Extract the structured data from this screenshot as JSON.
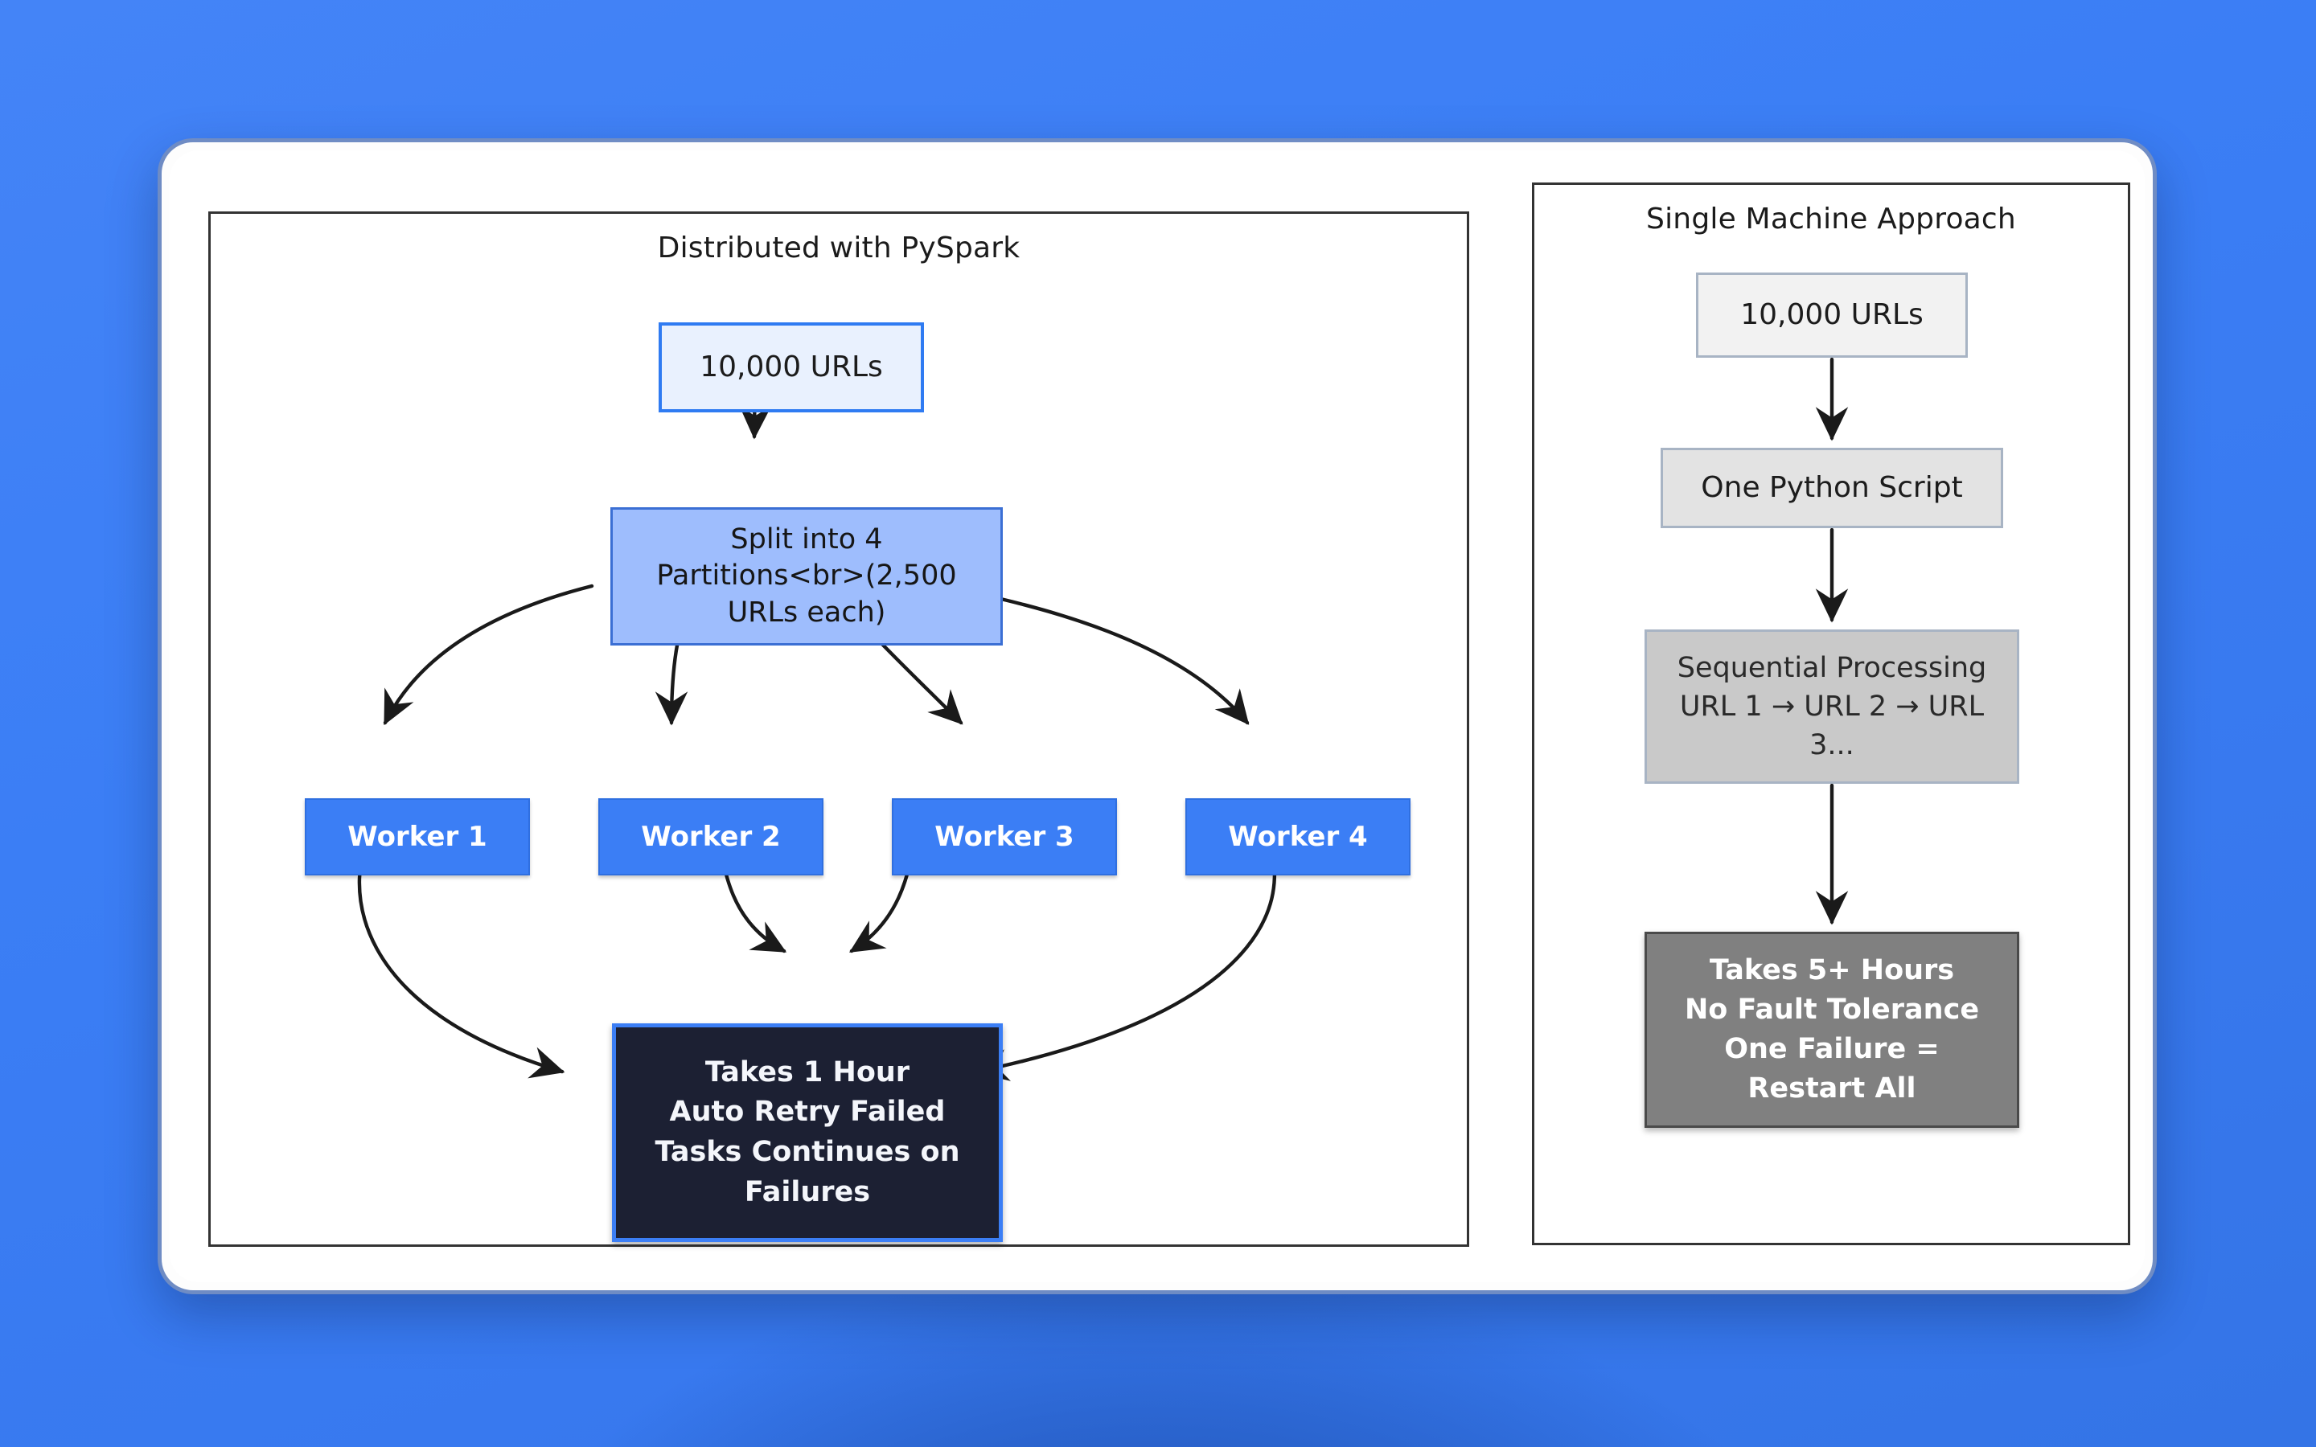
{
  "page": {
    "background_color": "#3b7ef5",
    "card_background": "#ffffff"
  },
  "diagram": {
    "type": "flowchart",
    "style": "hand-drawn",
    "panels": [
      {
        "id": "distributed",
        "title": "Distributed with PySpark",
        "nodes": [
          {
            "id": "urls",
            "label": "10,000 URLs",
            "fill": "#e9f1fe",
            "stroke": "#2f7bf2",
            "text_color": "#1c1c1c"
          },
          {
            "id": "split",
            "label": "Split into 4 Partitions<br>(2,500 URLs each)",
            "fill": "#9ebdfd",
            "stroke": "#3b6fd4",
            "text_color": "#161616"
          },
          {
            "id": "worker1",
            "label": "Worker 1",
            "fill": "#3b7ef5",
            "stroke": "#2f6fe0",
            "text_color": "#ffffff"
          },
          {
            "id": "worker2",
            "label": "Worker 2",
            "fill": "#3b7ef5",
            "stroke": "#2f6fe0",
            "text_color": "#ffffff"
          },
          {
            "id": "worker3",
            "label": "Worker 3",
            "fill": "#3b7ef5",
            "stroke": "#2f6fe0",
            "text_color": "#ffffff"
          },
          {
            "id": "worker4",
            "label": "Worker 4",
            "fill": "#3b7ef5",
            "stroke": "#2f6fe0",
            "text_color": "#ffffff"
          },
          {
            "id": "result",
            "label": "Takes 1 Hour\nAuto Retry Failed Tasks Continues on Failures",
            "fill": "#1c2033",
            "stroke": "#3b7ef5",
            "text_color": "#f4f6fb"
          }
        ],
        "edges": [
          {
            "from": "urls",
            "to": "split"
          },
          {
            "from": "split",
            "to": "worker1"
          },
          {
            "from": "split",
            "to": "worker2"
          },
          {
            "from": "split",
            "to": "worker3"
          },
          {
            "from": "split",
            "to": "worker4"
          },
          {
            "from": "worker1",
            "to": "result"
          },
          {
            "from": "worker2",
            "to": "result"
          },
          {
            "from": "worker3",
            "to": "result"
          },
          {
            "from": "worker4",
            "to": "result"
          }
        ]
      },
      {
        "id": "single-machine",
        "title": "Single Machine Approach",
        "nodes": [
          {
            "id": "urls",
            "label": "10,000 URLs",
            "fill": "#f2f2f2",
            "stroke": "#a8b4c4",
            "text_color": "#1c1c1c"
          },
          {
            "id": "script",
            "label": "One Python Script",
            "fill": "#e3e3e3",
            "stroke": "#a8b4c4",
            "text_color": "#1c1c1c"
          },
          {
            "id": "sequential",
            "label": "Sequential Processing\nURL 1 → URL 2 → URL 3...",
            "fill": "#c9c9c9",
            "stroke": "#a8b4c4",
            "text_color": "#2a2a2a"
          },
          {
            "id": "result",
            "label": "Takes 5+ Hours\nNo Fault Tolerance\nOne Failure = Restart All",
            "fill": "#808080",
            "stroke": "#4a4a4a",
            "text_color": "#ffffff"
          }
        ],
        "edges": [
          {
            "from": "urls",
            "to": "script"
          },
          {
            "from": "script",
            "to": "sequential"
          },
          {
            "from": "sequential",
            "to": "result"
          }
        ]
      }
    ]
  },
  "left": {
    "title": "Distributed with PySpark",
    "urls": "10,000 URLs",
    "split_line1": "Split into 4",
    "split_line2": "Partitions<br>(2,500",
    "split_line3": "URLs each)",
    "worker1": "Worker 1",
    "worker2": "Worker 2",
    "worker3": "Worker 3",
    "worker4": "Worker 4",
    "result_line1": "Takes 1 Hour",
    "result_line2": "Auto Retry Failed",
    "result_line3": "Tasks Continues on",
    "result_line4": "Failures"
  },
  "right": {
    "title": "Single Machine Approach",
    "urls": "10,000 URLs",
    "script": "One Python Script",
    "sequential_line1": "Sequential Processing",
    "sequential_line2": "URL 1 → URL 2 → URL",
    "sequential_line3": "3...",
    "result_line1": "Takes 5+ Hours",
    "result_line2": "No Fault Tolerance",
    "result_line3": "One Failure =",
    "result_line4": "Restart All"
  }
}
